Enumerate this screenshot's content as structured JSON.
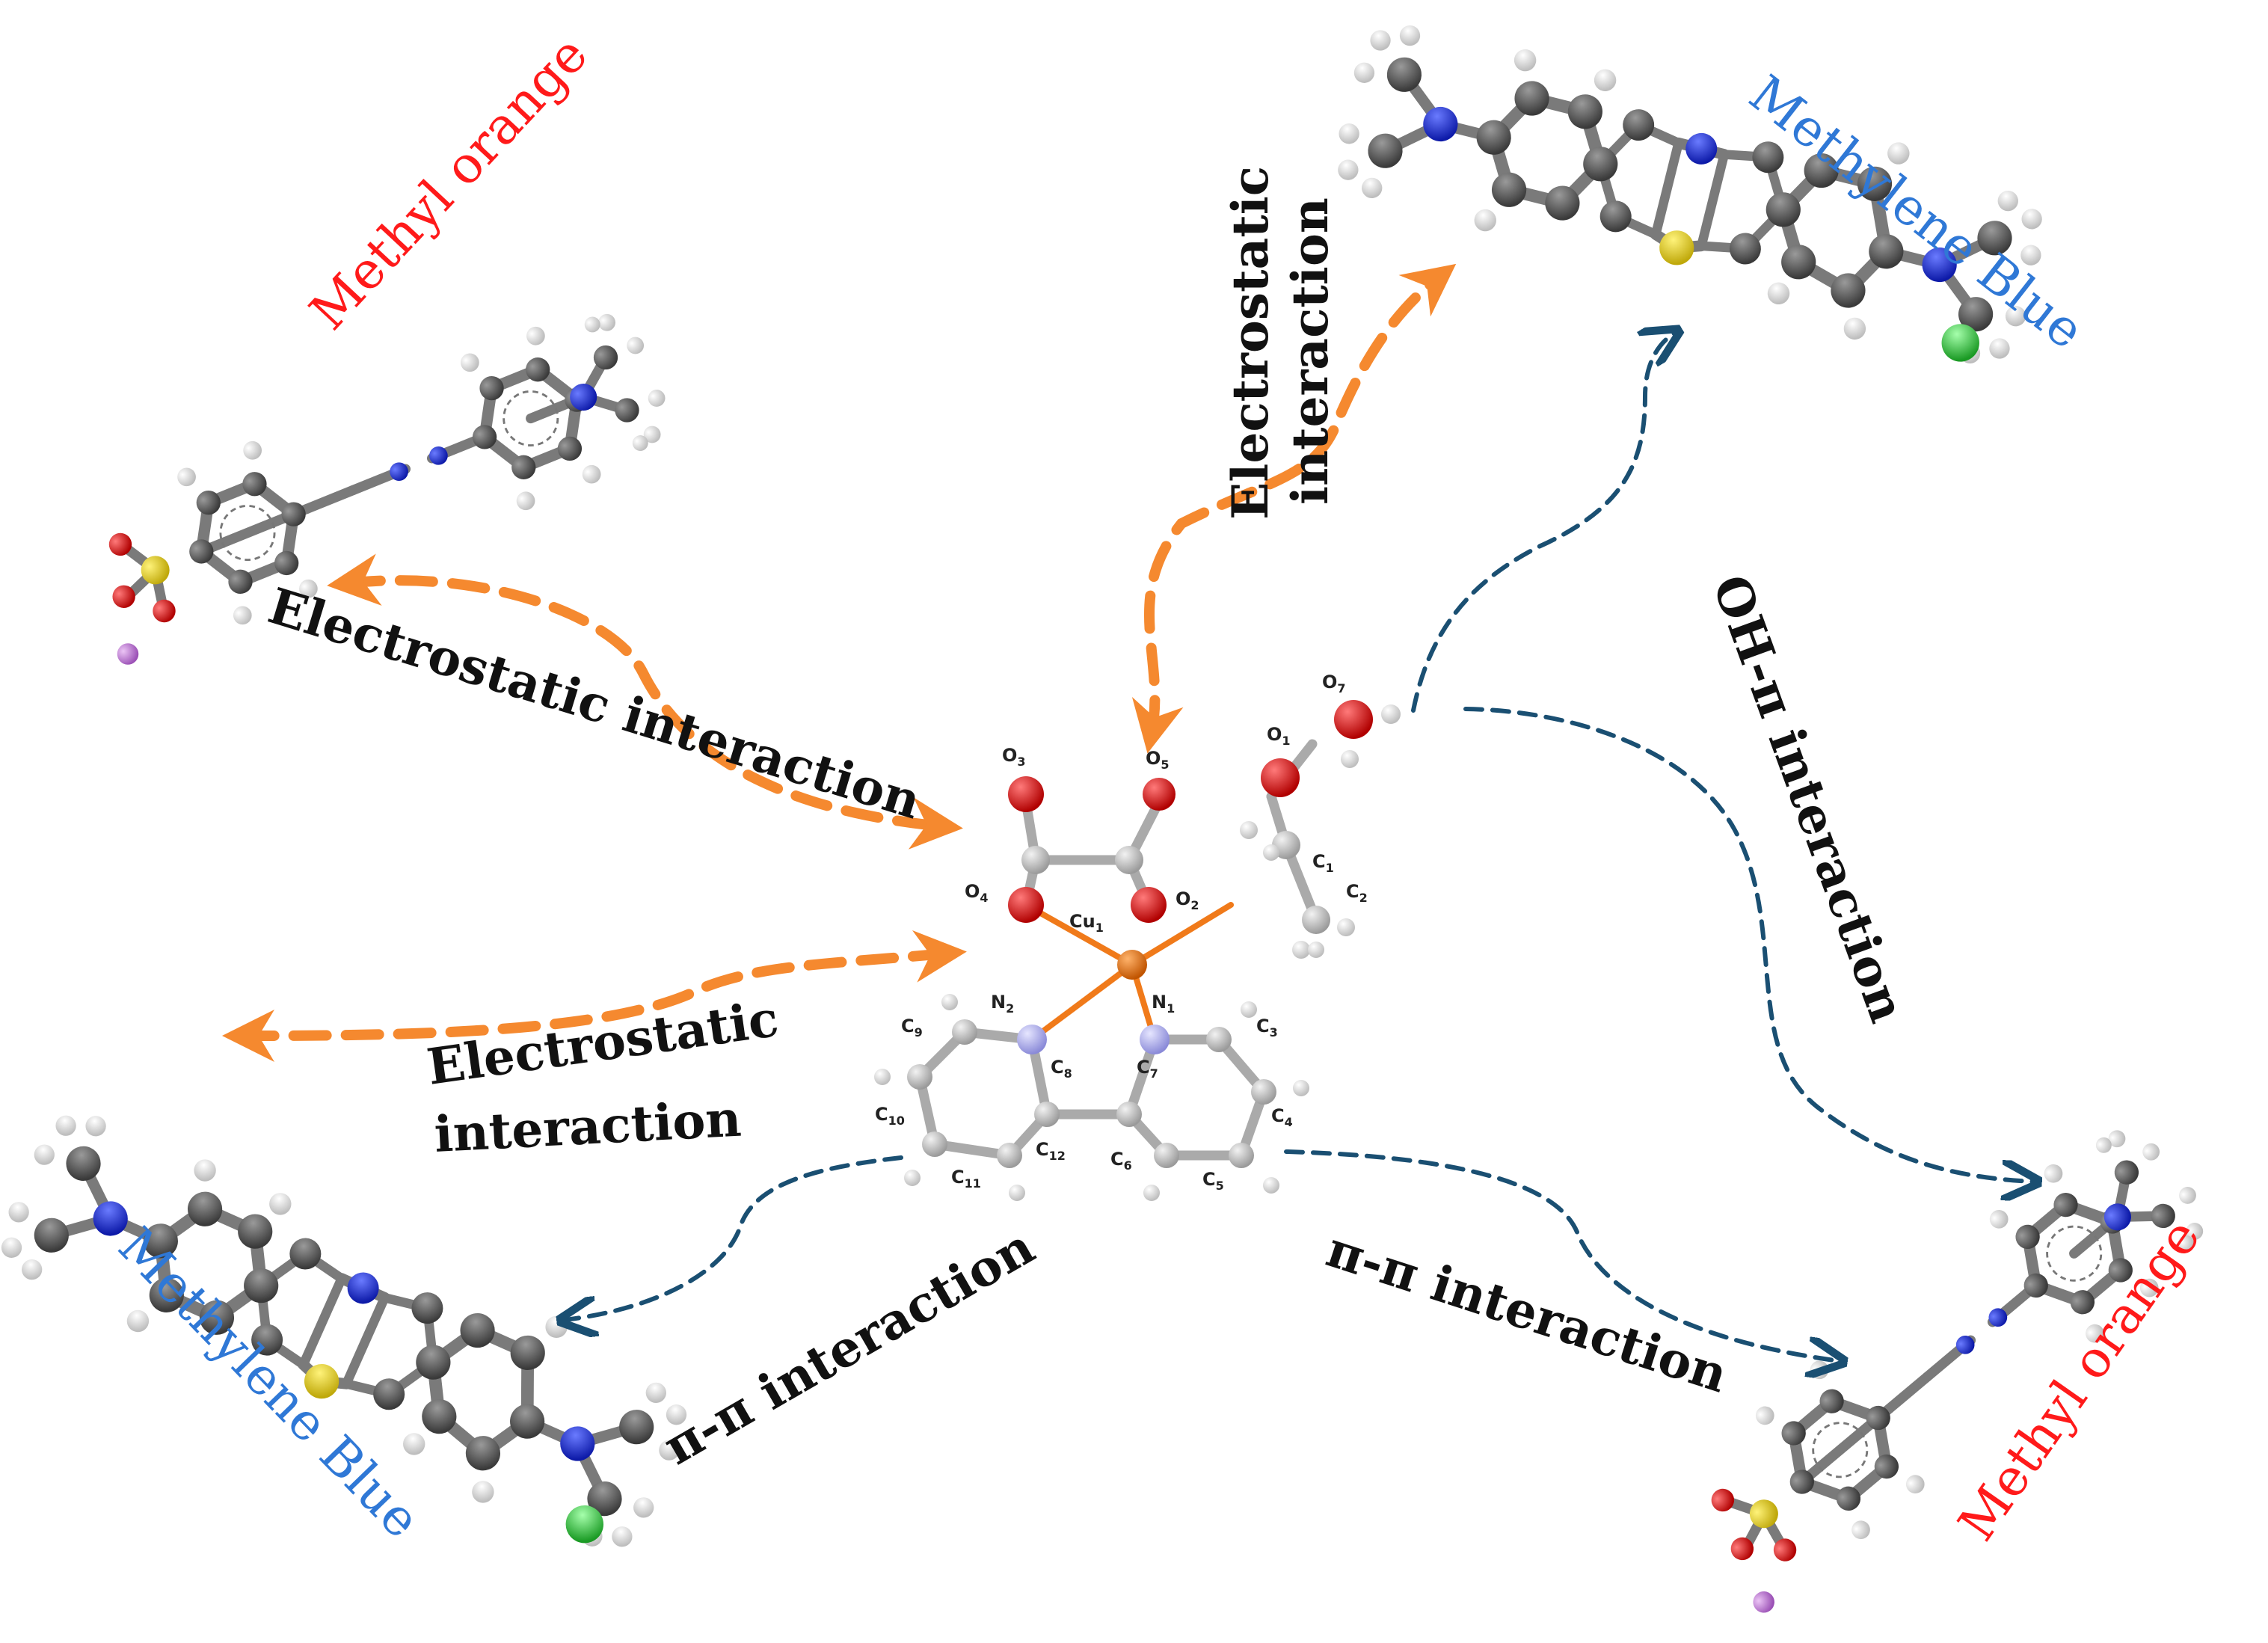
{
  "labels": {
    "methyl_orange": "Methyl orange",
    "methylene_blue": "Methylene Blue",
    "electrostatic_interaction": "Electrostatic  interaction",
    "electrostatic": "Electrostatic",
    "interaction": "interaction",
    "oh_pi_interaction": "OH-π interaction",
    "pi_pi_interaction": "π-π interaction"
  },
  "atoms": {
    "cu1": "Cu",
    "o1": "O",
    "o2": "O",
    "o3": "O",
    "o4": "O",
    "o5": "O",
    "o7": "O",
    "n1": "N",
    "n2": "N",
    "c1": "C",
    "c2": "C",
    "c3": "C",
    "c4": "C",
    "c5": "C",
    "c6": "C",
    "c7": "C",
    "c8": "C",
    "c9": "C",
    "c10": "C",
    "c11": "C",
    "c12": "C"
  },
  "atom_subscripts": {
    "cu1": "1",
    "o1": "1",
    "o2": "2",
    "o3": "3",
    "o4": "4",
    "o5": "5",
    "o7": "7",
    "n1": "1",
    "n2": "2",
    "c1": "1",
    "c2": "2",
    "c3": "3",
    "c4": "4",
    "c5": "5",
    "c6": "6",
    "c7": "7",
    "c8": "8",
    "c9": "9",
    "c10": "10",
    "c11": "11",
    "c12": "12"
  },
  "colors": {
    "methyl_orange_label": "#ff1a1a",
    "methylene_blue_label": "#2f78d6",
    "electrostatic_arrow": "#f5892f",
    "pi_arrow": "#1a4f72",
    "carbon": "#4a4a4a",
    "hydrogen": "#e0e0e0",
    "nitrogen": "#1a2fd6",
    "sulfur": "#e6d21a",
    "oxygen": "#e01010",
    "chloride": "#2ecc3a",
    "sodium": "#c77ddb",
    "copper": "#f07a1a",
    "complex_carbon": "#bdbdbd",
    "complex_nitrogen": "#b8b8ee"
  }
}
